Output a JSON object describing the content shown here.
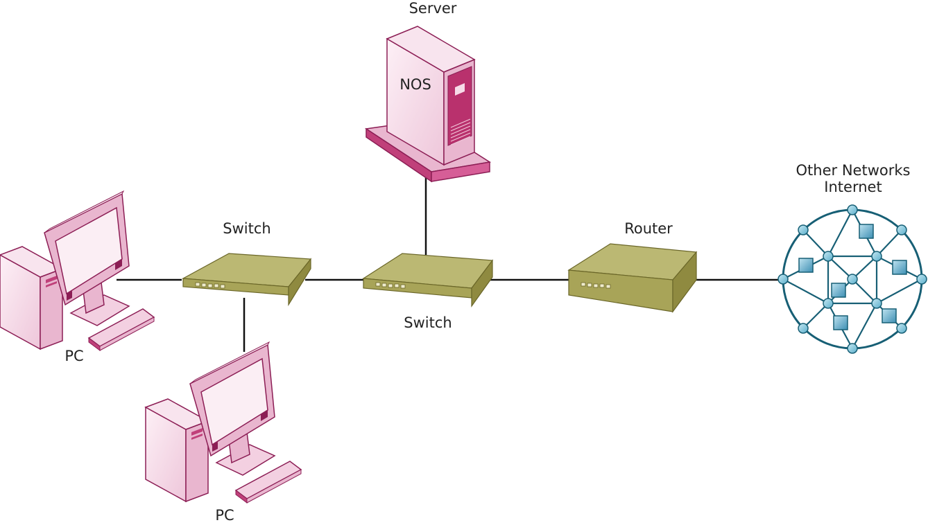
{
  "diagram": {
    "server": {
      "label": "Server",
      "screen_text": "NOS"
    },
    "switch_left": {
      "label": "Switch"
    },
    "switch_center": {
      "label": "Switch"
    },
    "router": {
      "label": "Router"
    },
    "pc_left": {
      "label": "PC"
    },
    "pc_bottom": {
      "label": "PC"
    },
    "cloud": {
      "label_line1": "Other Networks",
      "label_line2": "Internet"
    }
  },
  "colors": {
    "pc_fill": "#f6dbe8",
    "pc_dark": "#c0407a",
    "pc_stroke": "#8c1e55",
    "switch_top": "#bbb873",
    "switch_front": "#a8a458",
    "switch_side": "#8f8a40",
    "switch_stroke": "#6a6628",
    "network_ring": "#175f75",
    "network_node": "#8fcde0",
    "network_square": "#5aa9c9",
    "link": "#111111"
  }
}
